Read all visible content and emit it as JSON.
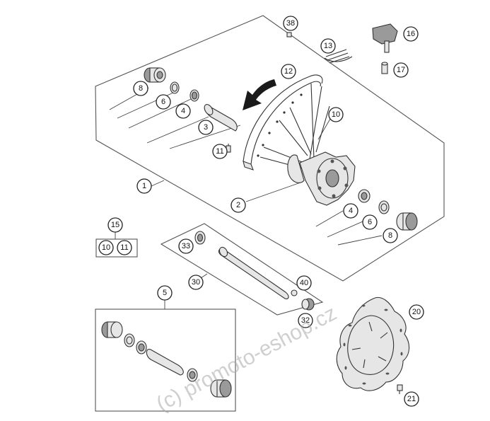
{
  "diagram": {
    "callouts": {
      "c38": "38",
      "c16": "16",
      "c13": "13",
      "c17": "17",
      "c12": "12",
      "c8a": "8",
      "c6a": "6",
      "c4a": "4",
      "c3": "3",
      "c10a": "10",
      "c11a": "11",
      "c1": "1",
      "c2": "2",
      "c4b": "4",
      "c6b": "6",
      "c8b": "8",
      "c15": "15",
      "c10b": "10",
      "c11b": "11",
      "c33": "33",
      "c30": "30",
      "c40": "40",
      "c32": "32",
      "c5": "5",
      "c20": "20",
      "c21": "21"
    },
    "watermark": "(c) promoto-eshop.cz"
  }
}
